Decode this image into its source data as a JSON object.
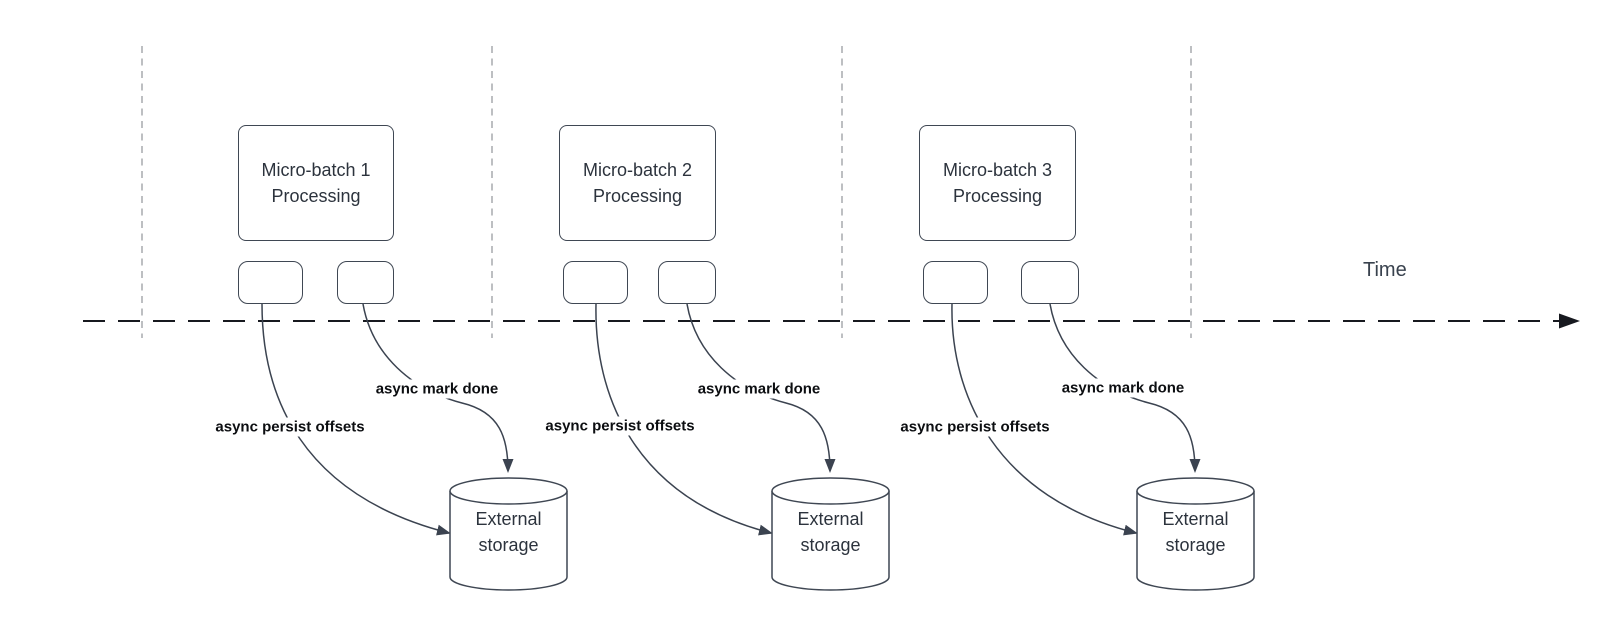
{
  "diagram": {
    "timeline_label": "Time",
    "batches": [
      {
        "title_line1": "Micro-batch 1",
        "title_line2": "Processing",
        "persist_label": "async persist offsets",
        "mark_done_label": "async mark done",
        "storage_line1": "External",
        "storage_line2": "storage"
      },
      {
        "title_line1": "Micro-batch 2",
        "title_line2": "Processing",
        "persist_label": "async persist offsets",
        "mark_done_label": "async mark done",
        "storage_line1": "External",
        "storage_line2": "storage"
      },
      {
        "title_line1": "Micro-batch 3",
        "title_line2": "Processing",
        "persist_label": "async persist offsets",
        "mark_done_label": "async mark done",
        "storage_line1": "External",
        "storage_line2": "storage"
      }
    ],
    "colors": {
      "background": "#ffffff",
      "shape_border": "#3f4753",
      "connector": "#3b4350",
      "timeline": "#17191f",
      "gridline": "#a7aaae",
      "shape_text": "#2c333d",
      "label_text": "#0c0e11"
    }
  }
}
